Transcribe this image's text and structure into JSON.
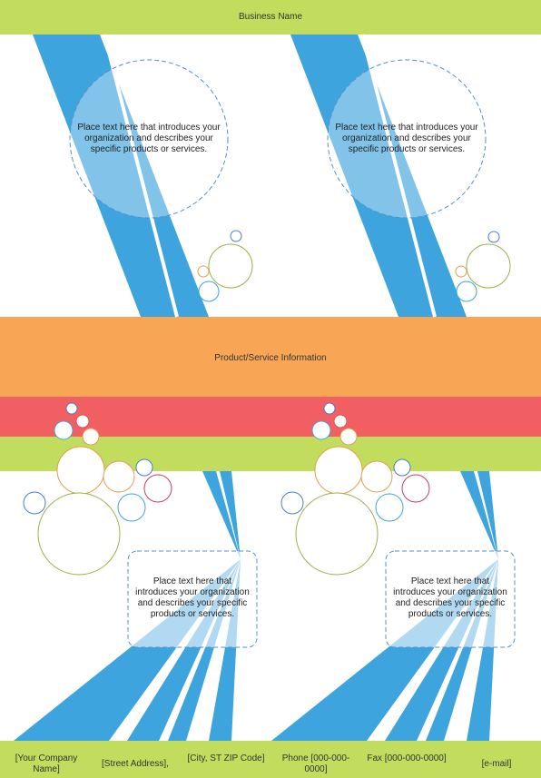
{
  "header": {
    "business_name": "Business Name"
  },
  "middle": {
    "product_info": "Product/Service Information"
  },
  "blurbs": {
    "top_left": "Place text here that introduces your organization and describes your specific products or services.",
    "top_right": "Place text here that introduces your organization and describes your specific products or services.",
    "bottom_left": "Place text here that introduces your organization and describes your specific products or services.",
    "bottom_right": "Place text here that introduces your organization and describes your specific products or services."
  },
  "footer": {
    "company_name": "[Your Company Name]",
    "street_address": "[Street Address],",
    "city_state_zip": "[City, ST ZIP Code]",
    "phone": "Phone [000-000-0000]",
    "fax": "Fax [000-000-0000]",
    "email": "[e-mail]"
  },
  "colors": {
    "green": "#c2dc5e",
    "orange": "#f8a655",
    "red": "#f15f62",
    "blue": "#3ea4de",
    "light_blue": "#8fcaec"
  }
}
